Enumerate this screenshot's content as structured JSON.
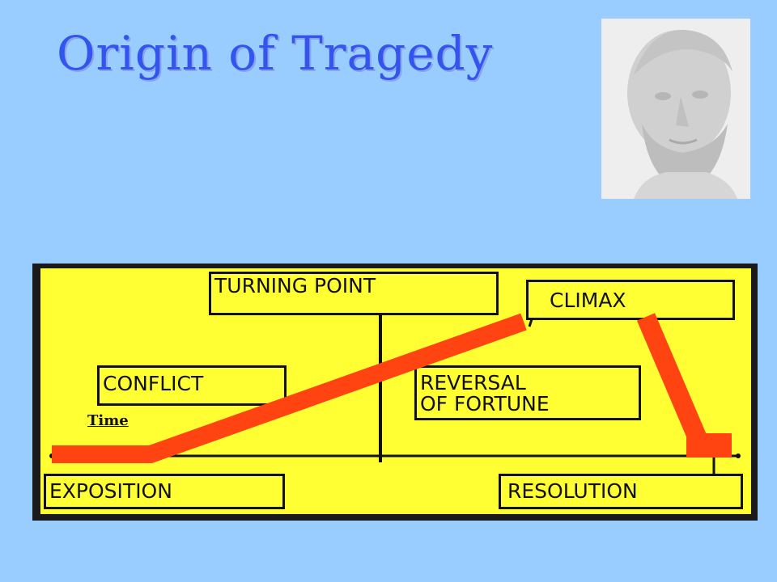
{
  "slide": {
    "title": "Origin of Tragedy"
  },
  "portrait": {
    "description": "Grayscale bust portrait of a bearded man"
  },
  "diagram": {
    "stages": {
      "turning_point": "TURNING POINT",
      "climax": "CLIMAX",
      "conflict": "CONFLICT",
      "reversal_line1": "REVERSAL",
      "reversal_line2": "OF FORTUNE",
      "exposition": "EXPOSITION",
      "resolution": "RESOLUTION"
    },
    "time_label": "Time",
    "colors": {
      "panel_background": "#ffff33",
      "panel_border": "#1a1a1a",
      "plot_line": "#ff4411",
      "slide_background": "#99ccff",
      "title": "#3355ee"
    }
  }
}
